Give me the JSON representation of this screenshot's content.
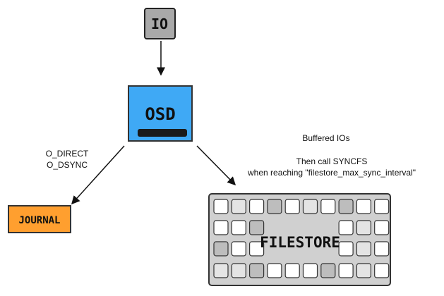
{
  "nodes": {
    "io": {
      "label": "IO",
      "color": "#a9a9a9"
    },
    "osd": {
      "label": "OSD",
      "color": "#3fa9f5"
    },
    "journal": {
      "label": "JOURNAL",
      "color": "#ff9f2f"
    },
    "filestore": {
      "label": "FILESTORE",
      "color": "#d0d0d0"
    }
  },
  "edges": {
    "osd_to_journal": {
      "lines": [
        "O_DIRECT",
        "O_DSYNC"
      ]
    },
    "osd_to_filestore": {
      "lines": [
        "Buffered IOs",
        "Then call SYNCFS",
        "when reaching \"filestore_max_sync_interval\""
      ]
    }
  },
  "filestore_cells": {
    "row1": [
      "w",
      "l",
      "w",
      "g",
      "w",
      "l",
      "w",
      "g",
      "w",
      "w"
    ],
    "row2_left": [
      "w",
      "w",
      "g"
    ],
    "row2_right": [
      "w",
      "l",
      "w"
    ],
    "row3_left": [
      "g",
      "w",
      "w"
    ],
    "row3_right": [
      "w",
      "l",
      "w"
    ],
    "row4": [
      "l",
      "l",
      "g",
      "w",
      "w",
      "w",
      "g",
      "w",
      "l",
      "w"
    ]
  },
  "shade_colors": {
    "w": "#ffffff",
    "l": "#e4e4e4",
    "g": "#bdbdbd"
  }
}
